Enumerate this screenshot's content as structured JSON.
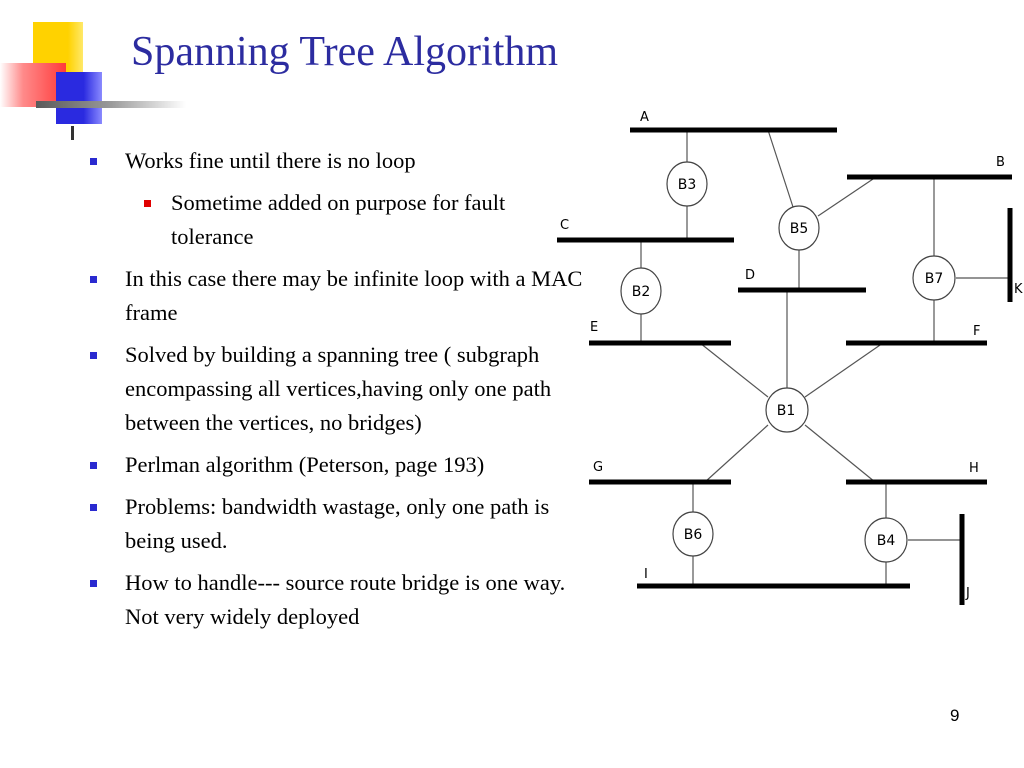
{
  "slide": {
    "title": "Spanning Tree Algorithm",
    "page_number": "9",
    "bullets": [
      {
        "level": 1,
        "text": "Works fine until there is no loop"
      },
      {
        "level": 2,
        "text": "Sometime added on purpose for fault tolerance"
      },
      {
        "level": 1,
        "text": "In this case there may be infinite loop with a MAC frame"
      },
      {
        "level": 1,
        "text": "Solved by building a spanning tree ( subgraph  encompassing all vertices,having only one path between the vertices, no bridges)"
      },
      {
        "level": 1,
        "text": "Perlman algorithm (Peterson, page 193)"
      },
      {
        "level": 1,
        "text": "Problems: bandwidth wastage, only one path is being used."
      },
      {
        "level": 1,
        "text": "How to handle--- source route bridge is one way. Not very widely deployed"
      }
    ]
  },
  "diagram": {
    "lans": [
      "A",
      "B",
      "C",
      "D",
      "E",
      "F",
      "G",
      "H",
      "I",
      "J",
      "K"
    ],
    "bridges": [
      "B1",
      "B2",
      "B3",
      "B4",
      "B5",
      "B6",
      "B7"
    ]
  },
  "colors": {
    "title": "#2c2ca0",
    "bullet_level1": "#2a2ad0",
    "bullet_level2": "#e00000"
  }
}
